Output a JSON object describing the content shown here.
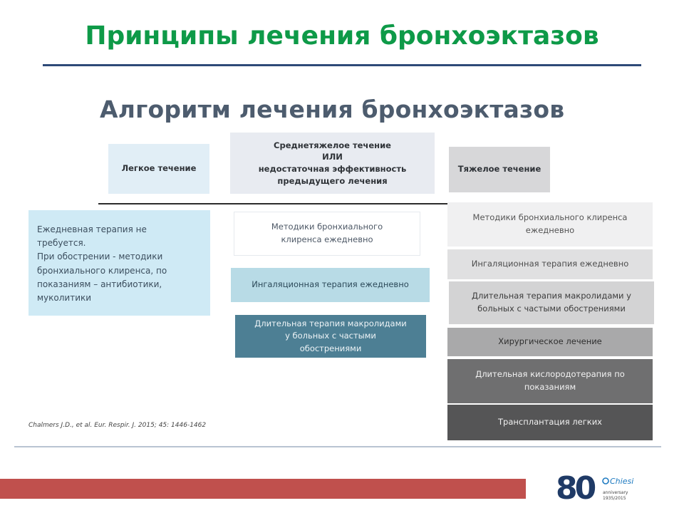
{
  "slide": {
    "title": "Принципы лечения бронхоэктазов",
    "algo_title": "Алгоритм лечения бронхоэктазов",
    "header_mild": "Легкое течение",
    "header_moderate": [
      "Среднетяжелое течение",
      "ИЛИ",
      "недостаточная эффективность",
      "предыдущего лечения"
    ],
    "header_severe": "Тяжелое течение",
    "mild_text": [
      "Ежедневная терапия не",
      "требуется.",
      "При обострении - методики",
      "бронхиального клиренса, по",
      "показаниям – антибиотики,",
      "муколитики"
    ],
    "moderate_items": [
      [
        "Методики бронхиального",
        "клиренса ежедневно"
      ],
      [
        "Ингаляционная терапия ежедневно"
      ],
      [
        "Длительная терапия макролидами",
        "у больных с частыми",
        "обострениями"
      ]
    ],
    "severe_items": [
      [
        "Методики бронхиального клиренса",
        "ежедневно"
      ],
      [
        "Ингаляционная терапия ежедневно"
      ],
      [
        "Длительная терапия макролидами у",
        "больных с частыми обострениями"
      ],
      [
        "Хирургическое лечение"
      ],
      [
        "Длительная кислородотерапия по",
        "показаниям"
      ],
      [
        "Трансплантация легких"
      ]
    ],
    "citation": "Chalmers J.D., et al. Eur. Respir. J. 2015; 45: 1446-1462"
  },
  "logo": {
    "number": "80",
    "brand": "Chiesi",
    "sub1": "anniversary",
    "sub2": "1935/2015"
  },
  "colors": {
    "title_green": "#0e9a48",
    "rule_blue": "#2e4a78",
    "band_red": "#c0504d",
    "logo_navy": "#1f3a66"
  }
}
